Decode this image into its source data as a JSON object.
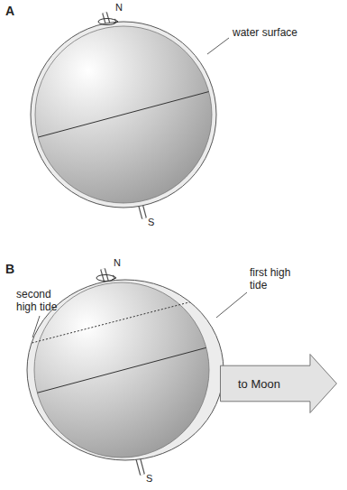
{
  "diagram": {
    "nodes": [
      {
        "text": [
          "to Moon"
        ]
      }
    ],
    "labels": [
      "A",
      "N",
      "water surface",
      "S",
      "B",
      "N",
      "first high tide",
      "second high tide",
      "S"
    ]
  }
}
